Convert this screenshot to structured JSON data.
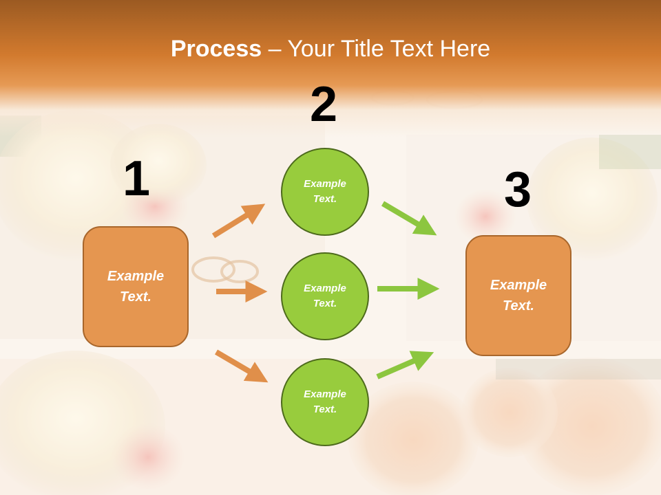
{
  "title": {
    "strong": "Process",
    "rest": " – Your Title Text Here"
  },
  "colors": {
    "header": "#d27a2e",
    "box_fill": "#e59650",
    "box_border": "#a8662b",
    "circle_fill": "#98cc3d",
    "circle_border": "#4d6a1c",
    "arrow_orange": "#e08f4a",
    "arrow_green": "#8cc63f"
  },
  "steps": {
    "one": {
      "number": "1",
      "text": "Example\nText."
    },
    "two": {
      "number": "2"
    },
    "three": {
      "number": "3",
      "text": "Example\nText."
    }
  },
  "circles": [
    {
      "text": "Example\nText."
    },
    {
      "text": "Example\nText."
    },
    {
      "text": "Example\nText."
    }
  ]
}
